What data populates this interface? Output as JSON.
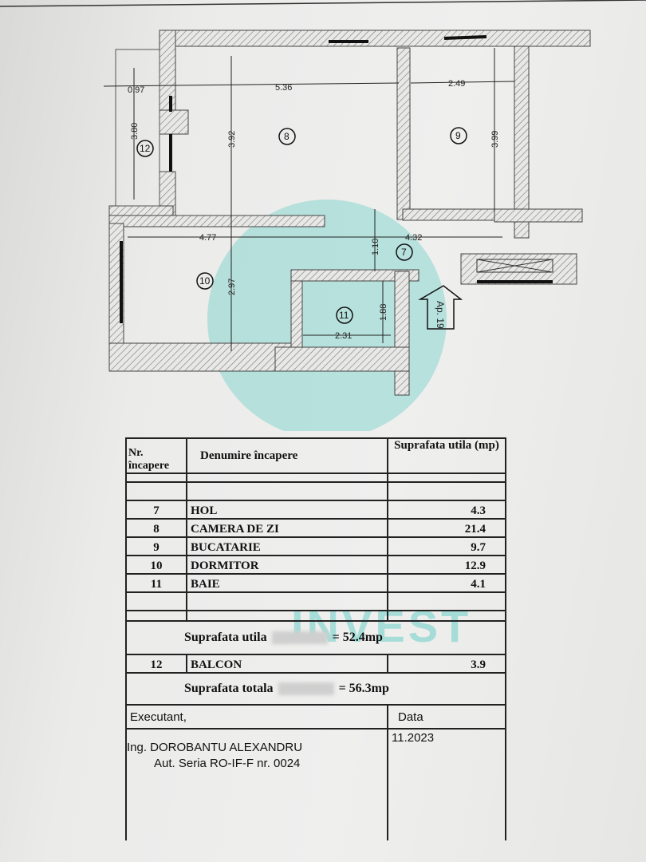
{
  "plan": {
    "dimensions": [
      "0.97",
      "5.36",
      "2.49",
      "3.80",
      "3.92",
      "3.99",
      "4.77",
      "4.32",
      "1.10",
      "2.97",
      "1.88",
      "2.31"
    ],
    "rooms": [
      "8",
      "9",
      "12",
      "10",
      "7",
      "11"
    ],
    "entrance_label": "Ap. 19"
  },
  "table": {
    "headers": {
      "nr": "Nr. încapere",
      "name": "Denumire încapere",
      "area": "Suprafata utila (mp)"
    },
    "rows": [
      {
        "nr": "7",
        "name": "HOL",
        "area": "4.3"
      },
      {
        "nr": "8",
        "name": "CAMERA DE ZI",
        "area": "21.4"
      },
      {
        "nr": "9",
        "name": "BUCATARIE",
        "area": "9.7"
      },
      {
        "nr": "10",
        "name": "DORMITOR",
        "area": "12.9"
      },
      {
        "nr": "11",
        "name": "BAIE",
        "area": "4.1"
      }
    ],
    "useful_label": "Suprafata utila",
    "useful_value": "= 52.4mp",
    "balcony": {
      "nr": "12",
      "name": "BALCON",
      "area": "3.9"
    },
    "total_label": "Suprafata totala",
    "total_value": "= 56.3mp",
    "executant_label": "Executant,",
    "date_label": "Data",
    "date_value": "11.2023",
    "engineer": "Ing. DOROBANTU ALEXANDRU",
    "authorization": "Aut. Seria RO-IF-F nr. 0024"
  },
  "watermark": {
    "text": "INVEST",
    "color": "#50c8be"
  }
}
